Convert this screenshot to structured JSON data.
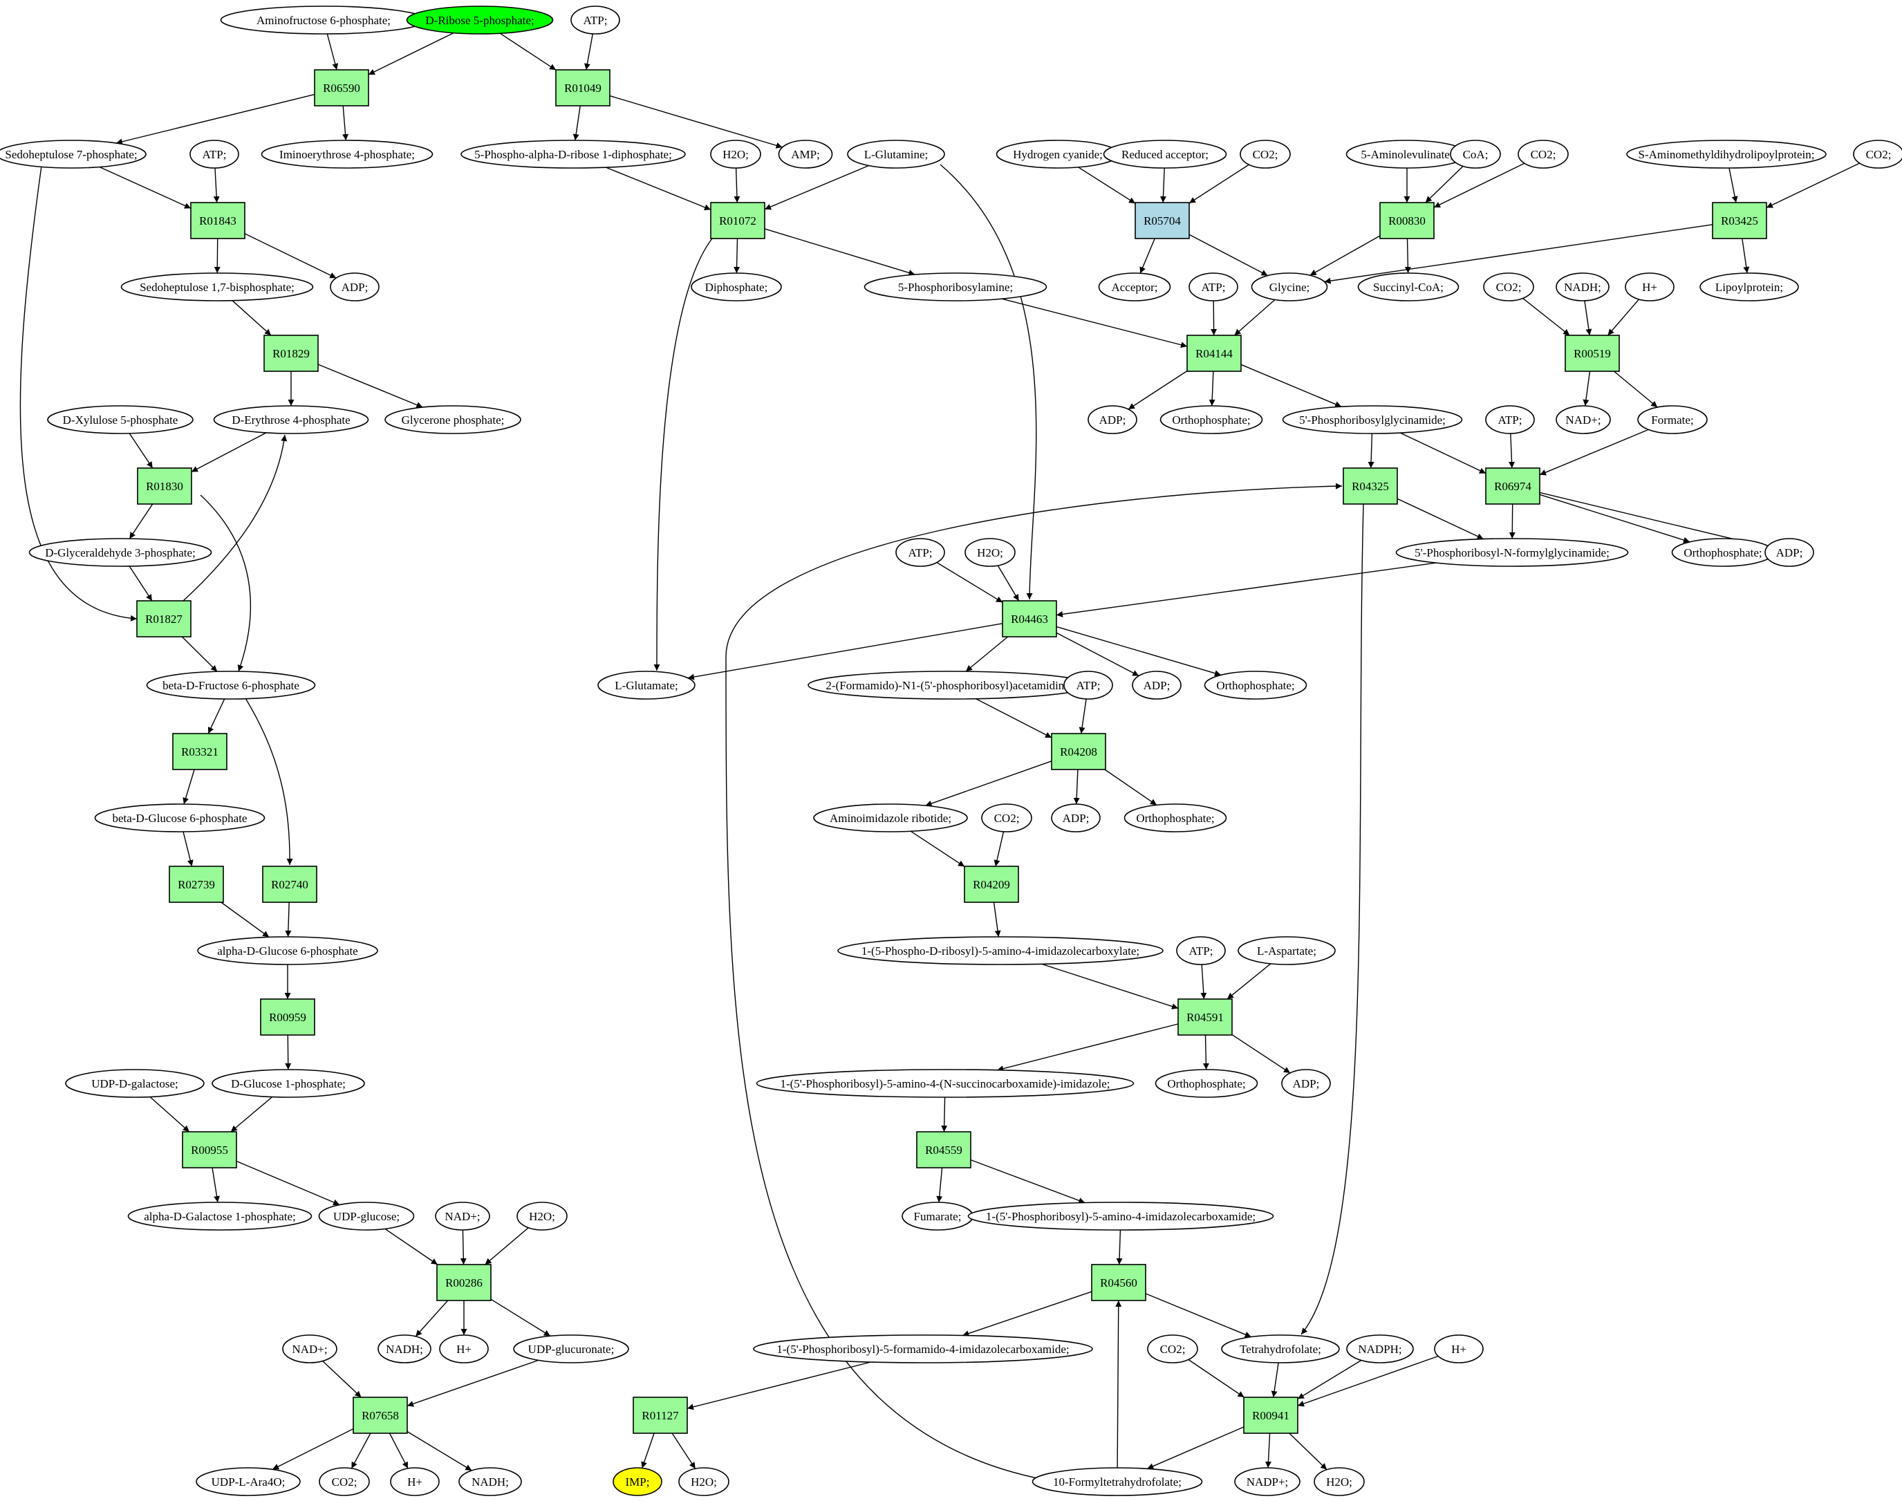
{
  "colors": {
    "reaction": "#98fb98",
    "reaction_highlight": "#add8e6",
    "compound": "#ffffff",
    "source": "#00ff00",
    "target": "#ffff00",
    "edge": "#000000"
  },
  "nodes": [
    {
      "id": "c_afru6p",
      "label": "Aminofructose 6-phosphate;",
      "kind": "compound"
    },
    {
      "id": "c_rib5p",
      "label": "D-Ribose 5-phosphate;",
      "kind": "source"
    },
    {
      "id": "c_atp1",
      "label": "ATP;",
      "kind": "compound"
    },
    {
      "id": "r_R06590",
      "label": "R06590",
      "kind": "reaction"
    },
    {
      "id": "r_R01049",
      "label": "R01049",
      "kind": "reaction"
    },
    {
      "id": "c_s7p",
      "label": "Sedoheptulose 7-phosphate;",
      "kind": "compound"
    },
    {
      "id": "c_atp2",
      "label": "ATP;",
      "kind": "compound"
    },
    {
      "id": "c_iminoe4p",
      "label": "Iminoerythrose 4-phosphate;",
      "kind": "compound"
    },
    {
      "id": "c_prpp",
      "label": "5-Phospho-alpha-D-ribose 1-diphosphate;",
      "kind": "compound"
    },
    {
      "id": "c_h2o1",
      "label": "H2O;",
      "kind": "compound"
    },
    {
      "id": "c_amp",
      "label": "AMP;",
      "kind": "compound"
    },
    {
      "id": "c_gln",
      "label": "L-Glutamine;",
      "kind": "compound"
    },
    {
      "id": "c_hcn",
      "label": "Hydrogen cyanide;",
      "kind": "compound"
    },
    {
      "id": "c_redacc",
      "label": "Reduced acceptor;",
      "kind": "compound"
    },
    {
      "id": "c_co2a",
      "label": "CO2;",
      "kind": "compound"
    },
    {
      "id": "c_ala5",
      "label": "5-Aminolevulinate;",
      "kind": "compound"
    },
    {
      "id": "c_coa",
      "label": "CoA;",
      "kind": "compound"
    },
    {
      "id": "c_co2b",
      "label": "CO2;",
      "kind": "compound"
    },
    {
      "id": "c_samdl",
      "label": "S-Aminomethyldihydrolipoylprotein;",
      "kind": "compound"
    },
    {
      "id": "c_co2c",
      "label": "CO2;",
      "kind": "compound"
    },
    {
      "id": "r_R01843",
      "label": "R01843",
      "kind": "reaction"
    },
    {
      "id": "r_R01072",
      "label": "R01072",
      "kind": "reaction"
    },
    {
      "id": "r_R05704",
      "label": "R05704",
      "kind": "reaction_highlight"
    },
    {
      "id": "r_R00830",
      "label": "R00830",
      "kind": "reaction"
    },
    {
      "id": "r_R03425",
      "label": "R03425",
      "kind": "reaction"
    },
    {
      "id": "c_s17bp",
      "label": "Sedoheptulose 1,7-bisphosphate;",
      "kind": "compound"
    },
    {
      "id": "c_adp1",
      "label": "ADP;",
      "kind": "compound"
    },
    {
      "id": "c_diph",
      "label": "Diphosphate;",
      "kind": "compound"
    },
    {
      "id": "c_pra",
      "label": "5-Phosphoribosylamine;",
      "kind": "compound"
    },
    {
      "id": "c_acc",
      "label": "Acceptor;",
      "kind": "compound"
    },
    {
      "id": "c_atp3",
      "label": "ATP;",
      "kind": "compound"
    },
    {
      "id": "c_gly",
      "label": "Glycine;",
      "kind": "compound"
    },
    {
      "id": "c_succoa",
      "label": "Succinyl-CoA;",
      "kind": "compound"
    },
    {
      "id": "c_co2d",
      "label": "CO2;",
      "kind": "compound"
    },
    {
      "id": "c_nadh1",
      "label": "NADH;",
      "kind": "compound"
    },
    {
      "id": "c_h1",
      "label": "H+",
      "kind": "compound"
    },
    {
      "id": "c_lipo",
      "label": "Lipoylprotein;",
      "kind": "compound"
    },
    {
      "id": "r_R01829",
      "label": "R01829",
      "kind": "reaction"
    },
    {
      "id": "r_R04144",
      "label": "R04144",
      "kind": "reaction"
    },
    {
      "id": "r_R00519",
      "label": "R00519",
      "kind": "reaction"
    },
    {
      "id": "c_xu5p",
      "label": "D-Xylulose 5-phosphate",
      "kind": "compound"
    },
    {
      "id": "c_e4p",
      "label": "D-Erythrose 4-phosphate",
      "kind": "compound"
    },
    {
      "id": "c_glyp",
      "label": "Glycerone phosphate;",
      "kind": "compound"
    },
    {
      "id": "c_adp2",
      "label": "ADP;",
      "kind": "compound"
    },
    {
      "id": "c_pi1",
      "label": "Orthophosphate;",
      "kind": "compound"
    },
    {
      "id": "c_gar",
      "label": "5'-Phosphoribosylglycinamide;",
      "kind": "compound"
    },
    {
      "id": "c_atp4",
      "label": "ATP;",
      "kind": "compound"
    },
    {
      "id": "c_nad1",
      "label": "NAD+;",
      "kind": "compound"
    },
    {
      "id": "c_formate",
      "label": "Formate;",
      "kind": "compound"
    },
    {
      "id": "r_R01830",
      "label": "R01830",
      "kind": "reaction"
    },
    {
      "id": "r_R04325",
      "label": "R04325",
      "kind": "reaction"
    },
    {
      "id": "r_R06974",
      "label": "R06974",
      "kind": "reaction"
    },
    {
      "id": "c_g3p",
      "label": "D-Glyceraldehyde 3-phosphate;",
      "kind": "compound"
    },
    {
      "id": "c_atp5",
      "label": "ATP;",
      "kind": "compound"
    },
    {
      "id": "c_h2o2",
      "label": "H2O;",
      "kind": "compound"
    },
    {
      "id": "c_fgar",
      "label": "5'-Phosphoribosyl-N-formylglycinamide;",
      "kind": "compound"
    },
    {
      "id": "c_pi2",
      "label": "Orthophosphate;",
      "kind": "compound"
    },
    {
      "id": "c_adp3",
      "label": "ADP;",
      "kind": "compound"
    },
    {
      "id": "r_R01827",
      "label": "R01827",
      "kind": "reaction"
    },
    {
      "id": "r_R04463",
      "label": "R04463",
      "kind": "reaction"
    },
    {
      "id": "c_bf6p",
      "label": "beta-D-Fructose 6-phosphate",
      "kind": "compound"
    },
    {
      "id": "c_glu",
      "label": "L-Glutamate;",
      "kind": "compound"
    },
    {
      "id": "c_fgam",
      "label": "2-(Formamido)-N1-(5'-phosphoribosyl)acetamidine;",
      "kind": "compound"
    },
    {
      "id": "c_adp4",
      "label": "ADP;",
      "kind": "compound"
    },
    {
      "id": "c_pi3",
      "label": "Orthophosphate;",
      "kind": "compound"
    },
    {
      "id": "c_atp6",
      "label": "ATP;",
      "kind": "compound"
    },
    {
      "id": "r_R03321",
      "label": "R03321",
      "kind": "reaction"
    },
    {
      "id": "r_R04208",
      "label": "R04208",
      "kind": "reaction"
    },
    {
      "id": "c_bg6p",
      "label": "beta-D-Glucose 6-phosphate",
      "kind": "compound"
    },
    {
      "id": "c_air",
      "label": "Aminoimidazole ribotide;",
      "kind": "compound"
    },
    {
      "id": "c_co2e",
      "label": "CO2;",
      "kind": "compound"
    },
    {
      "id": "c_adp5",
      "label": "ADP;",
      "kind": "compound"
    },
    {
      "id": "c_pi4",
      "label": "Orthophosphate;",
      "kind": "compound"
    },
    {
      "id": "r_R02739",
      "label": "R02739",
      "kind": "reaction"
    },
    {
      "id": "r_R02740",
      "label": "R02740",
      "kind": "reaction"
    },
    {
      "id": "r_R04209",
      "label": "R04209",
      "kind": "reaction"
    },
    {
      "id": "c_ag6p",
      "label": "alpha-D-Glucose 6-phosphate",
      "kind": "compound"
    },
    {
      "id": "c_cair",
      "label": "1-(5-Phospho-D-ribosyl)-5-amino-4-imidazolecarboxylate;",
      "kind": "compound"
    },
    {
      "id": "c_atp7",
      "label": "ATP;",
      "kind": "compound"
    },
    {
      "id": "c_asp",
      "label": "L-Aspartate;",
      "kind": "compound"
    },
    {
      "id": "r_R00959",
      "label": "R00959",
      "kind": "reaction"
    },
    {
      "id": "r_R04591",
      "label": "R04591",
      "kind": "reaction"
    },
    {
      "id": "c_udpgal",
      "label": "UDP-D-galactose;",
      "kind": "compound"
    },
    {
      "id": "c_g1p",
      "label": "D-Glucose 1-phosphate;",
      "kind": "compound"
    },
    {
      "id": "c_saicar",
      "label": "1-(5'-Phosphoribosyl)-5-amino-4-(N-succinocarboxamide)-imidazole;",
      "kind": "compound"
    },
    {
      "id": "c_pi5",
      "label": "Orthophosphate;",
      "kind": "compound"
    },
    {
      "id": "c_adp6",
      "label": "ADP;",
      "kind": "compound"
    },
    {
      "id": "r_R00955",
      "label": "R00955",
      "kind": "reaction"
    },
    {
      "id": "r_R04559",
      "label": "R04559",
      "kind": "reaction"
    },
    {
      "id": "c_gal1p",
      "label": "alpha-D-Galactose 1-phosphate;",
      "kind": "compound"
    },
    {
      "id": "c_udpglc",
      "label": "UDP-glucose;",
      "kind": "compound"
    },
    {
      "id": "c_nad2",
      "label": "NAD+;",
      "kind": "compound"
    },
    {
      "id": "c_h2o3",
      "label": "H2O;",
      "kind": "compound"
    },
    {
      "id": "c_fum",
      "label": "Fumarate;",
      "kind": "compound"
    },
    {
      "id": "c_aicar",
      "label": "1-(5'-Phosphoribosyl)-5-amino-4-imidazolecarboxamide;",
      "kind": "compound"
    },
    {
      "id": "r_R00286",
      "label": "R00286",
      "kind": "reaction"
    },
    {
      "id": "r_R04560",
      "label": "R04560",
      "kind": "reaction"
    },
    {
      "id": "c_nad3",
      "label": "NAD+;",
      "kind": "compound"
    },
    {
      "id": "c_nadh2",
      "label": "NADH;",
      "kind": "compound"
    },
    {
      "id": "c_h2",
      "label": "H+",
      "kind": "compound"
    },
    {
      "id": "c_udpglcA",
      "label": "UDP-glucuronate;",
      "kind": "compound"
    },
    {
      "id": "c_faicar",
      "label": "1-(5'-Phosphoribosyl)-5-formamido-4-imidazolecarboxamide;",
      "kind": "compound"
    },
    {
      "id": "c_co2f",
      "label": "CO2;",
      "kind": "compound"
    },
    {
      "id": "c_thf",
      "label": "Tetrahydrofolate;",
      "kind": "compound"
    },
    {
      "id": "c_nadph",
      "label": "NADPH;",
      "kind": "compound"
    },
    {
      "id": "c_h3",
      "label": "H+",
      "kind": "compound"
    },
    {
      "id": "r_R07658",
      "label": "R07658",
      "kind": "reaction"
    },
    {
      "id": "r_R01127",
      "label": "R01127",
      "kind": "reaction"
    },
    {
      "id": "r_R00941",
      "label": "R00941",
      "kind": "reaction"
    },
    {
      "id": "c_udpara",
      "label": "UDP-L-Ara4O;",
      "kind": "compound"
    },
    {
      "id": "c_co2g",
      "label": "CO2;",
      "kind": "compound"
    },
    {
      "id": "c_h4",
      "label": "H+",
      "kind": "compound"
    },
    {
      "id": "c_nadh3",
      "label": "NADH;",
      "kind": "compound"
    },
    {
      "id": "c_imp",
      "label": "IMP;",
      "kind": "target"
    },
    {
      "id": "c_h2o4",
      "label": "H2O;",
      "kind": "compound"
    },
    {
      "id": "c_10fthf",
      "label": "10-Formyltetrahydrofolate;",
      "kind": "compound"
    },
    {
      "id": "c_nadp",
      "label": "NADP+;",
      "kind": "compound"
    },
    {
      "id": "c_h2o5",
      "label": "H2O;",
      "kind": "compound"
    }
  ],
  "edges": [
    [
      "c_afru6p",
      "r_R06590"
    ],
    [
      "c_rib5p",
      "r_R06590"
    ],
    [
      "r_R06590",
      "c_s7p"
    ],
    [
      "r_R06590",
      "c_iminoe4p"
    ],
    [
      "c_rib5p",
      "r_R01049"
    ],
    [
      "c_atp1",
      "r_R01049"
    ],
    [
      "r_R01049",
      "c_prpp"
    ],
    [
      "r_R01049",
      "c_amp"
    ],
    [
      "c_s7p",
      "r_R01843"
    ],
    [
      "c_atp2",
      "r_R01843"
    ],
    [
      "r_R01843",
      "c_s17bp"
    ],
    [
      "r_R01843",
      "c_adp1"
    ],
    [
      "c_s17bp",
      "r_R01829"
    ],
    [
      "r_R01829",
      "c_e4p"
    ],
    [
      "r_R01829",
      "c_glyp"
    ],
    [
      "c_xu5p",
      "r_R01830"
    ],
    [
      "c_e4p",
      "r_R01830"
    ],
    [
      "r_R01830",
      "c_g3p"
    ],
    [
      "r_R01830",
      "c_bf6p"
    ],
    [
      "c_g3p",
      "r_R01827"
    ],
    [
      "c_s7p",
      "r_R01827"
    ],
    [
      "r_R01827",
      "c_e4p"
    ],
    [
      "r_R01827",
      "c_bf6p"
    ],
    [
      "c_bf6p",
      "r_R03321"
    ],
    [
      "r_R03321",
      "c_bg6p"
    ],
    [
      "c_bf6p",
      "r_R02740"
    ],
    [
      "c_bg6p",
      "r_R02739"
    ],
    [
      "r_R02739",
      "c_ag6p"
    ],
    [
      "r_R02740",
      "c_ag6p"
    ],
    [
      "c_ag6p",
      "r_R00959"
    ],
    [
      "r_R00959",
      "c_g1p"
    ],
    [
      "c_udpgal",
      "r_R00955"
    ],
    [
      "c_g1p",
      "r_R00955"
    ],
    [
      "r_R00955",
      "c_gal1p"
    ],
    [
      "r_R00955",
      "c_udpglc"
    ],
    [
      "c_udpglc",
      "r_R00286"
    ],
    [
      "c_nad2",
      "r_R00286"
    ],
    [
      "c_h2o3",
      "r_R00286"
    ],
    [
      "r_R00286",
      "c_nadh2"
    ],
    [
      "r_R00286",
      "c_h2"
    ],
    [
      "r_R00286",
      "c_udpglcA"
    ],
    [
      "c_nad3",
      "r_R07658"
    ],
    [
      "c_udpglcA",
      "r_R07658"
    ],
    [
      "r_R07658",
      "c_udpara"
    ],
    [
      "r_R07658",
      "c_co2g"
    ],
    [
      "r_R07658",
      "c_h4"
    ],
    [
      "r_R07658",
      "c_nadh3"
    ],
    [
      "c_prpp",
      "r_R01072"
    ],
    [
      "c_h2o1",
      "r_R01072"
    ],
    [
      "c_gln",
      "r_R01072"
    ],
    [
      "r_R01072",
      "c_diph"
    ],
    [
      "r_R01072",
      "c_pra"
    ],
    [
      "r_R01072",
      "c_glu"
    ],
    [
      "c_hcn",
      "r_R05704"
    ],
    [
      "c_redacc",
      "r_R05704"
    ],
    [
      "c_co2a",
      "r_R05704"
    ],
    [
      "r_R05704",
      "c_acc"
    ],
    [
      "r_R05704",
      "c_gly"
    ],
    [
      "c_ala5",
      "r_R00830"
    ],
    [
      "c_coa",
      "r_R00830"
    ],
    [
      "c_co2b",
      "r_R00830"
    ],
    [
      "r_R00830",
      "c_gly"
    ],
    [
      "r_R00830",
      "c_succoa"
    ],
    [
      "c_samdl",
      "r_R03425"
    ],
    [
      "c_co2c",
      "r_R03425"
    ],
    [
      "r_R03425",
      "c_gly"
    ],
    [
      "r_R03425",
      "c_lipo"
    ],
    [
      "c_pra",
      "r_R04144"
    ],
    [
      "c_atp3",
      "r_R04144"
    ],
    [
      "c_gly",
      "r_R04144"
    ],
    [
      "r_R04144",
      "c_adp2"
    ],
    [
      "r_R04144",
      "c_pi1"
    ],
    [
      "r_R04144",
      "c_gar"
    ],
    [
      "c_co2d",
      "r_R00519"
    ],
    [
      "c_nadh1",
      "r_R00519"
    ],
    [
      "c_h1",
      "r_R00519"
    ],
    [
      "r_R00519",
      "c_nad1"
    ],
    [
      "r_R00519",
      "c_formate"
    ],
    [
      "c_gar",
      "r_R04325"
    ],
    [
      "c_10fthf",
      "r_R04325"
    ],
    [
      "r_R04325",
      "c_fgar"
    ],
    [
      "r_R04325",
      "c_thf"
    ],
    [
      "c_gar",
      "r_R06974"
    ],
    [
      "c_atp4",
      "r_R06974"
    ],
    [
      "c_formate",
      "r_R06974"
    ],
    [
      "r_R06974",
      "c_fgar"
    ],
    [
      "r_R06974",
      "c_pi2"
    ],
    [
      "r_R06974",
      "c_adp3"
    ],
    [
      "c_atp5",
      "r_R04463"
    ],
    [
      "c_h2o2",
      "r_R04463"
    ],
    [
      "c_gln",
      "r_R04463"
    ],
    [
      "c_fgar",
      "r_R04463"
    ],
    [
      "r_R04463",
      "c_glu"
    ],
    [
      "r_R04463",
      "c_fgam"
    ],
    [
      "r_R04463",
      "c_adp4"
    ],
    [
      "r_R04463",
      "c_pi3"
    ],
    [
      "c_fgam",
      "r_R04208"
    ],
    [
      "c_atp6",
      "r_R04208"
    ],
    [
      "r_R04208",
      "c_air"
    ],
    [
      "r_R04208",
      "c_adp5"
    ],
    [
      "r_R04208",
      "c_pi4"
    ],
    [
      "c_air",
      "r_R04209"
    ],
    [
      "c_co2e",
      "r_R04209"
    ],
    [
      "r_R04209",
      "c_cair"
    ],
    [
      "c_cair",
      "r_R04591"
    ],
    [
      "c_atp7",
      "r_R04591"
    ],
    [
      "c_asp",
      "r_R04591"
    ],
    [
      "r_R04591",
      "c_saicar"
    ],
    [
      "r_R04591",
      "c_pi5"
    ],
    [
      "r_R04591",
      "c_adp6"
    ],
    [
      "c_saicar",
      "r_R04559"
    ],
    [
      "r_R04559",
      "c_fum"
    ],
    [
      "r_R04559",
      "c_aicar"
    ],
    [
      "c_aicar",
      "r_R04560"
    ],
    [
      "c_10fthf",
      "r_R04560"
    ],
    [
      "r_R04560",
      "c_faicar"
    ],
    [
      "r_R04560",
      "c_thf"
    ],
    [
      "c_faicar",
      "r_R01127"
    ],
    [
      "r_R01127",
      "c_imp"
    ],
    [
      "r_R01127",
      "c_h2o4"
    ],
    [
      "c_co2f",
      "r_R00941"
    ],
    [
      "c_thf",
      "r_R00941"
    ],
    [
      "c_nadph",
      "r_R00941"
    ],
    [
      "c_h3",
      "r_R00941"
    ],
    [
      "r_R00941",
      "c_10fthf"
    ],
    [
      "r_R00941",
      "c_nadp"
    ],
    [
      "r_R00941",
      "c_h2o5"
    ]
  ]
}
